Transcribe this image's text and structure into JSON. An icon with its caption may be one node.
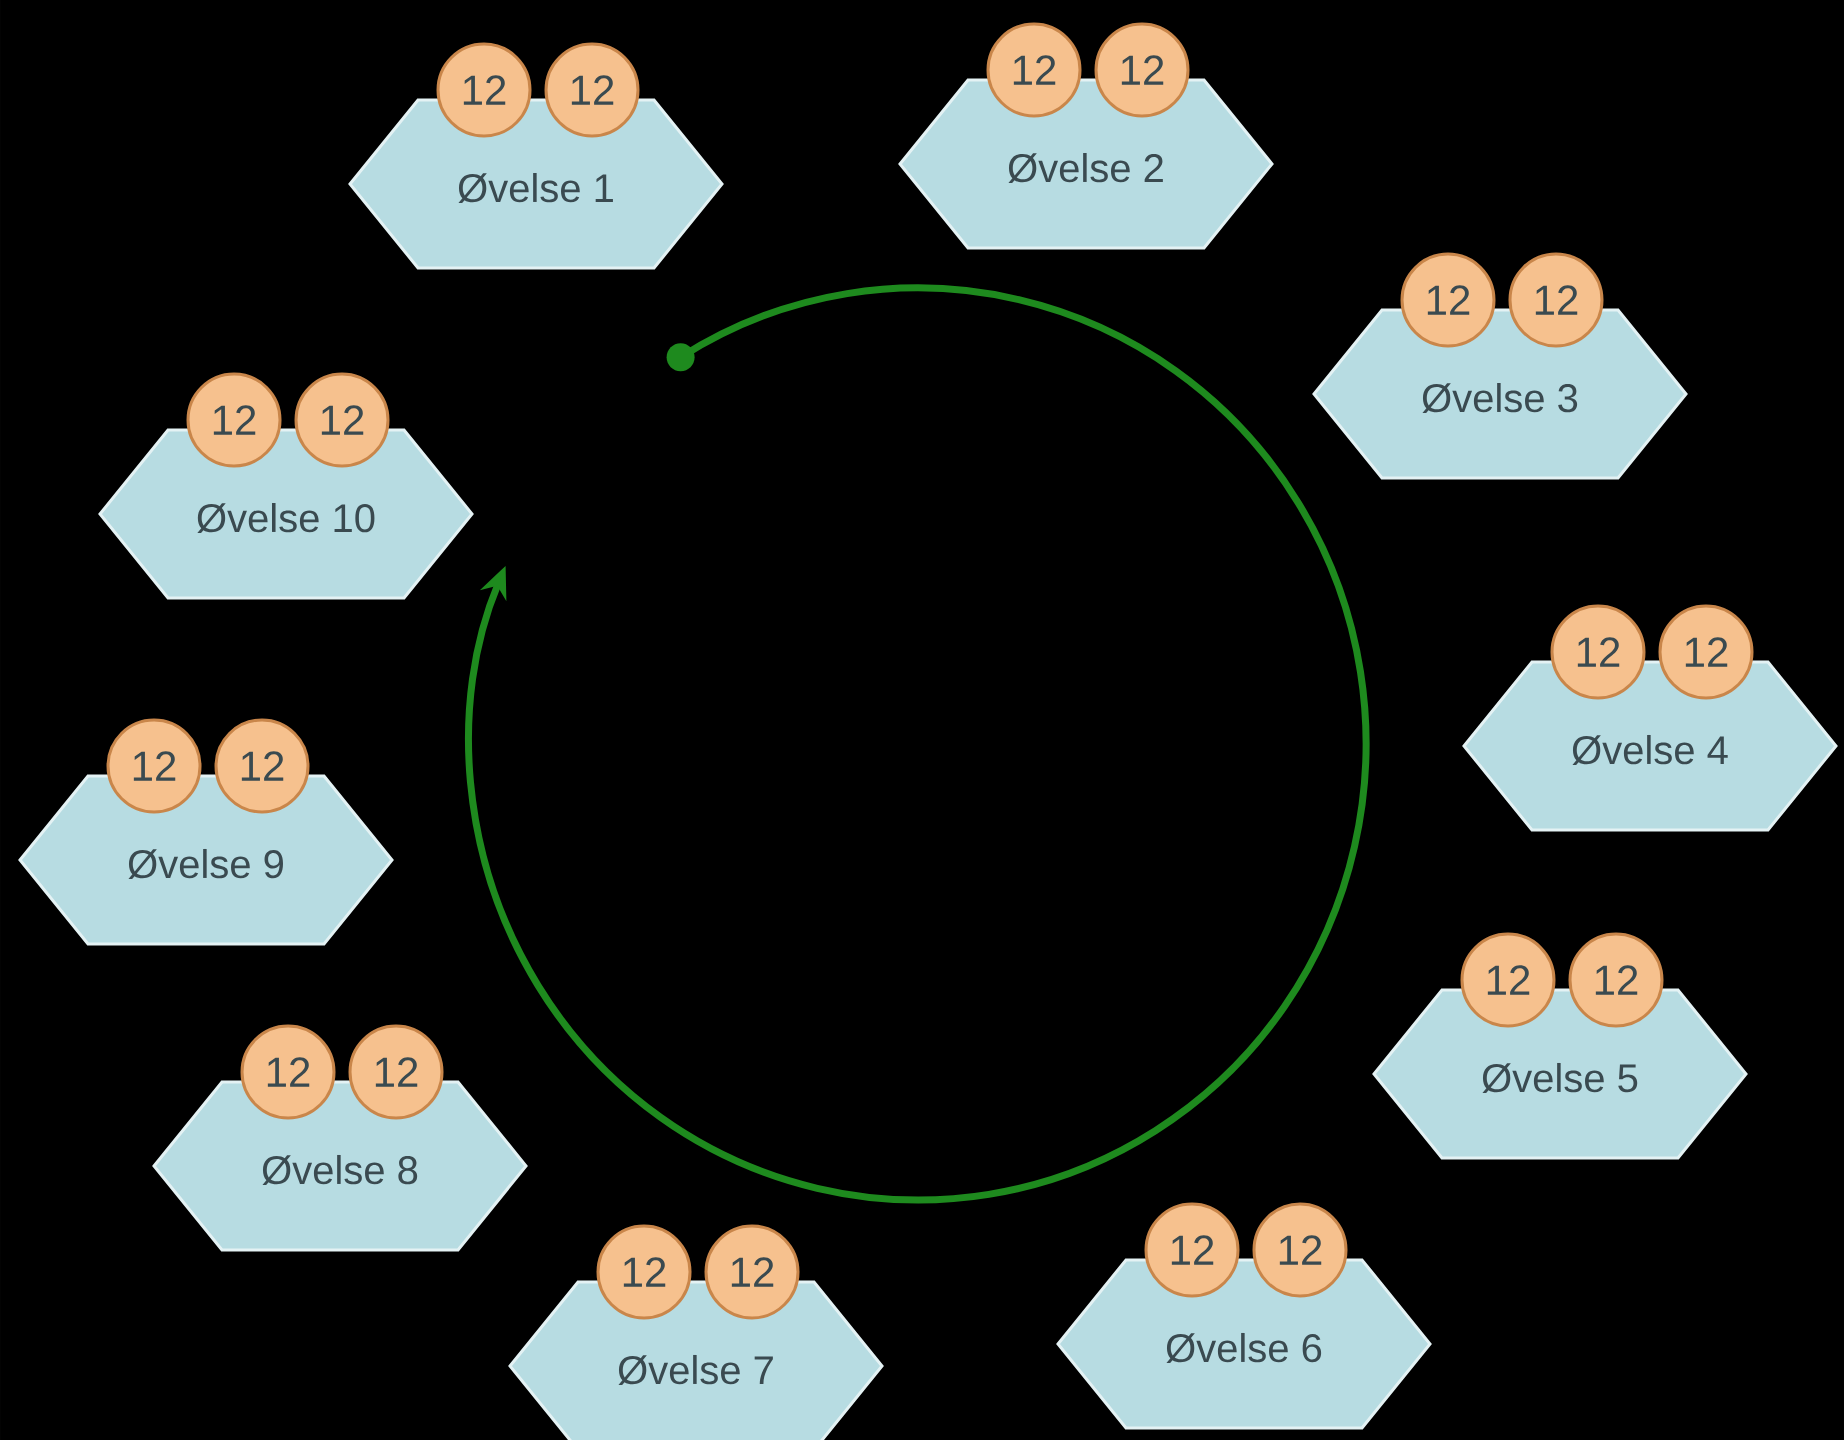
{
  "diagram": {
    "nodes": [
      {
        "text": [
          "Øvelse 1"
        ]
      },
      {
        "text": [
          "12"
        ]
      },
      {
        "text": [
          "12"
        ]
      },
      {
        "text": [
          "Øvelse 2"
        ]
      },
      {
        "text": [
          "12"
        ]
      },
      {
        "text": [
          "12"
        ]
      },
      {
        "text": [
          "Øvelse 3"
        ]
      },
      {
        "text": [
          "12"
        ]
      },
      {
        "text": [
          "12"
        ]
      },
      {
        "text": [
          "Øvelse 4"
        ]
      },
      {
        "text": [
          "12"
        ]
      },
      {
        "text": [
          "12"
        ]
      },
      {
        "text": [
          "Øvelse 5"
        ]
      },
      {
        "text": [
          "12"
        ]
      },
      {
        "text": [
          "12"
        ]
      },
      {
        "text": [
          "Øvelse 6"
        ]
      },
      {
        "text": [
          "12"
        ]
      },
      {
        "text": [
          "12"
        ]
      },
      {
        "text": [
          "Øvelse 7"
        ]
      },
      {
        "text": [
          "12"
        ]
      },
      {
        "text": [
          "12"
        ]
      },
      {
        "text": [
          "Øvelse 8"
        ]
      },
      {
        "text": [
          "12"
        ]
      },
      {
        "text": [
          "12"
        ]
      },
      {
        "text": [
          "Øvelse 9"
        ]
      },
      {
        "text": [
          "12"
        ]
      },
      {
        "text": [
          "12"
        ]
      },
      {
        "text": [
          "Øvelse 10"
        ]
      },
      {
        "text": [
          "12"
        ]
      },
      {
        "text": [
          "12"
        ]
      }
    ]
  }
}
